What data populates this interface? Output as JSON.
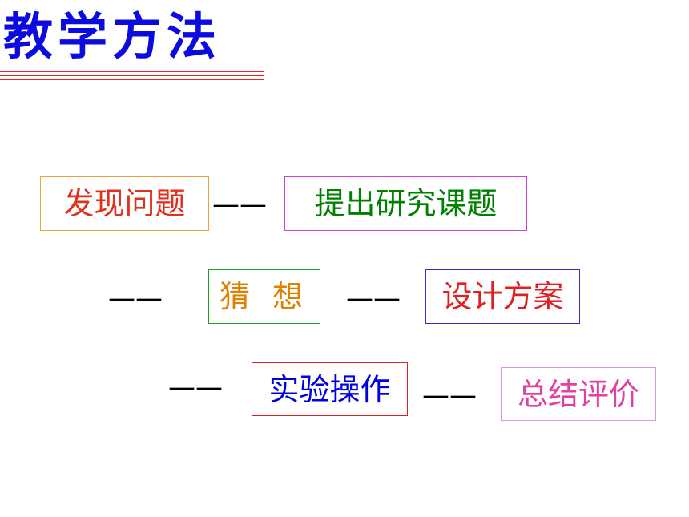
{
  "slide": {
    "title": "教学方法",
    "steps": [
      {
        "label": "发现问题",
        "color": "#e0301e",
        "border": "#f0a040"
      },
      {
        "label": "提出研究课题",
        "color": "#008000",
        "border": "#d040d0"
      },
      {
        "label": "猜 想",
        "color": "#e08000",
        "border": "#20a020"
      },
      {
        "label": "设计方案",
        "color": "#e02020",
        "border": "#3030c0"
      },
      {
        "label": "实验操作",
        "color": "#0000e0",
        "border": "#e02020"
      },
      {
        "label": "总结评价",
        "color": "#e040a0",
        "border": "#e090e0"
      }
    ],
    "connector": "——"
  },
  "colors": {
    "title": "#0b0be0",
    "title_underline": "#ee2222",
    "background": "#ffffff"
  }
}
